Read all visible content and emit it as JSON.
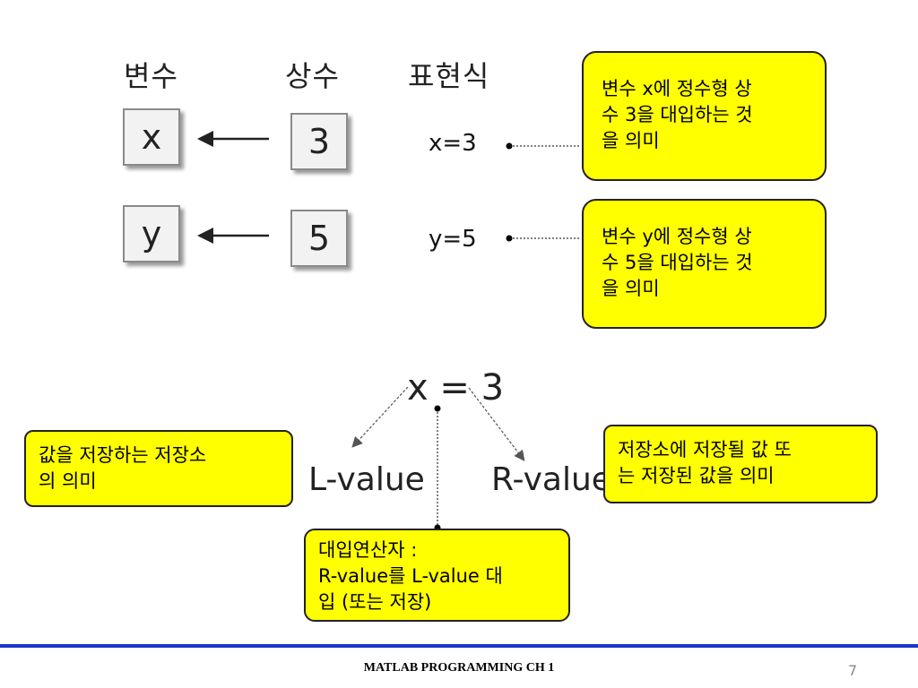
{
  "headers": {
    "variable": "변수",
    "constant": "상수",
    "expression": "표현식"
  },
  "rows": [
    {
      "variable": "x",
      "constant": "3",
      "expression": "x=3",
      "callout": [
        "변수 x에 정수형 상",
        "수 3을 대입하는 것",
        "을 의미"
      ]
    },
    {
      "variable": "y",
      "constant": "5",
      "expression": "y=5",
      "callout": [
        "변수 y에 정수형 상",
        "수 5을 대입하는 것",
        "을 의미"
      ]
    }
  ],
  "assignment": {
    "expression": "x = 3",
    "left_label": "L-value",
    "right_label": "R-value",
    "left_callout": [
      "값을 저장하는 저장소",
      "의 의미"
    ],
    "right_callout": [
      "저장소에 저장될 값 또",
      "는 저장된 값을 의미"
    ],
    "operator_callout": [
      "대입연산자 :",
      "R-value를  L-value 대",
      "입 (또는 저장)"
    ]
  },
  "footer": {
    "title": "MATLAB PROGRAMMING CH 1",
    "page": "7"
  },
  "colors": {
    "callout": "#ffff00",
    "footer_line": "#1c35c9"
  }
}
